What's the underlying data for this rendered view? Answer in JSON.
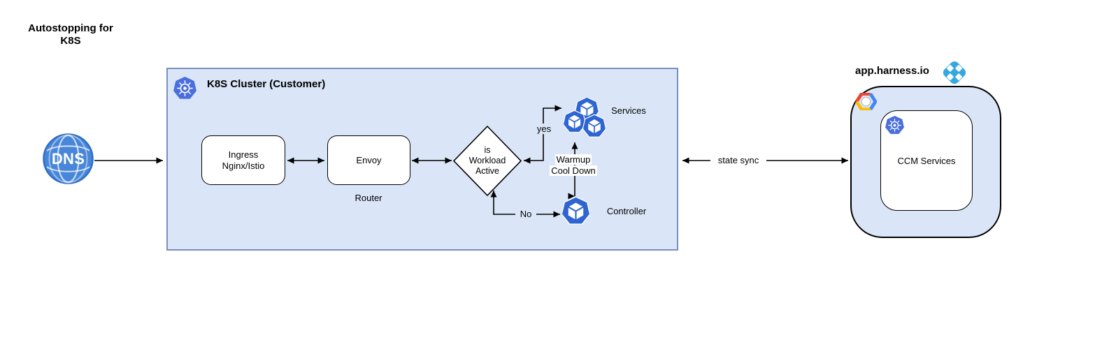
{
  "page": {
    "title_line1": "Autostopping for",
    "title_line2": "K8S"
  },
  "dns": {
    "label": "DNS"
  },
  "cluster": {
    "title": "K8S Cluster (Customer)",
    "ingress_line1": "Ingress",
    "ingress_line2": "Nginx/Istio",
    "envoy_label": "Envoy",
    "router_label": "Router",
    "decision_line1": "is",
    "decision_line2": "Workload",
    "decision_line3": "Active",
    "yes_label": "yes",
    "no_label": "No",
    "services_label": "Services",
    "controller_label": "Controller",
    "warmup_line1": "Warmup",
    "warmup_line2": "Cool Down"
  },
  "connections": {
    "state_sync_label": "state sync"
  },
  "harness": {
    "domain_label": "app.harness.io",
    "ccm_label": "CCM Services"
  },
  "icons": {
    "dns": "globe-icon",
    "kubernetes": "k8s-helm-wheel-icon",
    "services": "three-workload-cubes-icon",
    "controller": "workload-cube-icon",
    "google_cloud": "gcp-hexagon-icon",
    "harness": "harness-diamond-icon"
  },
  "colors": {
    "cluster_fill": "#dae6f7",
    "cluster_stroke": "#7790bd",
    "node_blue": "#2e65d2",
    "k8s_blue": "#4a6fdc",
    "dns_blue": "#4886d9",
    "dns_stroke": "#2f6fc2",
    "harness_blue": "#35a8e0",
    "gcp_red": "#ea4335",
    "gcp_yellow": "#fbbc05",
    "gcp_blue": "#4285f4",
    "line_color": "#000000"
  }
}
